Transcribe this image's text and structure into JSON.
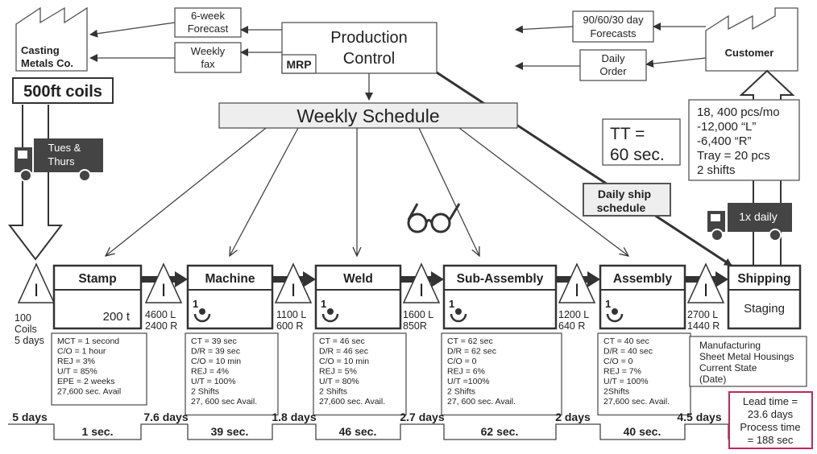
{
  "supplier": {
    "name_line1": "Casting",
    "name_line2": "Metals Co."
  },
  "customer": {
    "name": "Customer"
  },
  "production_control": {
    "line1": "Production",
    "line2": "Control",
    "mrp": "MRP"
  },
  "info_boxes": {
    "forecast6_l1": "6-week",
    "forecast6_l2": "Forecast",
    "weeklyfax_l1": "Weekly",
    "weeklyfax_l2": "fax",
    "forecast90_l1": "90/60/30 day",
    "forecast90_l2": "Forecasts",
    "dailyorder_l1": "Daily",
    "dailyorder_l2": "Order"
  },
  "weekly_schedule": "Weekly  Schedule",
  "raw_material": "500ft coils",
  "supplier_truck": {
    "l1": "Tues &",
    "l2": "Thurs"
  },
  "customer_truck": "1x daily",
  "takt": {
    "l1": "TT =",
    "l2": "60 sec."
  },
  "demand": {
    "l1": "18, 400 pcs/mo",
    "l2": "-12,000 “L”",
    "l3": "-6,400 “R”",
    "l4": "Tray = 20 pcs",
    "l5": "2 shifts"
  },
  "ship_schedule": {
    "l1": "Daily ship",
    "l2": "schedule"
  },
  "processes": [
    {
      "name": "Stamp",
      "extra": "200 t",
      "data": [
        "MCT = 1 second",
        "C/O = 1 hour",
        "REJ = 3%",
        "U/T = 85%",
        "EPE = 2 weeks",
        "27,600 sec. Avail"
      ]
    },
    {
      "name": "Machine",
      "operator": "1",
      "data": [
        "CT = 39 sec",
        "D/R = 39 sec",
        "C/O = 10 min",
        "REJ = 4%",
        "U/T = 100%",
        "2 Shifts",
        "27, 600 sec Avail."
      ]
    },
    {
      "name": "Weld",
      "operator": "1",
      "data": [
        "CT = 46 sec",
        "D/R = 46 sec",
        "C/O = 10 min",
        "REJ = 5%",
        "U/T = 80%",
        "2 Shifts",
        "27,600 sec. Avail."
      ]
    },
    {
      "name": "Sub-Assembly",
      "operator": "1",
      "data": [
        "CT = 62 sec",
        "D/R = 62 sec",
        "C/O = 0",
        "REJ = 6%",
        "U/T =100%",
        "2 Shifts",
        "27, 600 sec. Avail."
      ]
    },
    {
      "name": "Assembly",
      "operator": "1",
      "data": [
        "CT = 40 sec",
        "D/R = 40 sec",
        "C/O = 0",
        "REJ = 7%",
        "U/T = 100%",
        "2Shifts",
        "27,600 sec. Avail."
      ]
    },
    {
      "name": "Shipping",
      "extra": "Staging"
    }
  ],
  "inventory_symbol": "I",
  "inventories": [
    {
      "l1": "100",
      "l2": "Coils",
      "l3": "5 days"
    },
    {
      "l1": "4600 L",
      "l2": "2400 R"
    },
    {
      "l1": "1100 L",
      "l2": "600 R"
    },
    {
      "l1": "1600 L",
      "l2": "850R"
    },
    {
      "l1": "1200 L",
      "l2": "640 R"
    },
    {
      "l1": "2700 L",
      "l2": "1440 R"
    }
  ],
  "map_title": {
    "l1": "Manufacturing",
    "l2": "Sheet Metal Housings",
    "l3": "Current State",
    "l4": "(Date)"
  },
  "timeline": {
    "days": [
      "5 days",
      "7.6 days",
      "1.8 days",
      "2.7 days",
      "2 days",
      "4.5 days"
    ],
    "times": [
      "1 sec.",
      "39 sec.",
      "46  sec.",
      "62 sec.",
      "40 sec."
    ]
  },
  "summary": {
    "l1": "Lead time =",
    "l2": "23.6 days",
    "l3": "Process time",
    "l4": "= 188 sec"
  },
  "colors": {
    "summary_border": "#c0285a",
    "dark_fill": "#444444",
    "schedule_fill": "#eeeeee",
    "arrow": "#333333"
  }
}
